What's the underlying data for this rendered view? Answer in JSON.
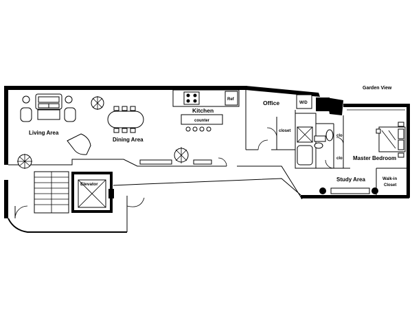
{
  "plan": {
    "garden_view": "Garden View",
    "rooms": {
      "living_area": "Living Area",
      "dining_area": "Dining Area",
      "kitchen": "Kitchen",
      "counter": "counter",
      "ref": "Ref",
      "office": "Office",
      "wd": "W/D",
      "clo_office": "clo",
      "closet": "closet",
      "clo_bath_top": "clo",
      "clo_bath_bottom": "clo",
      "master_bedroom": "Master Bedroom",
      "study_area": "Study Area",
      "walkin_line1": "Walk-in",
      "walkin_line2": "Closet",
      "elevator": "Elevator"
    }
  }
}
